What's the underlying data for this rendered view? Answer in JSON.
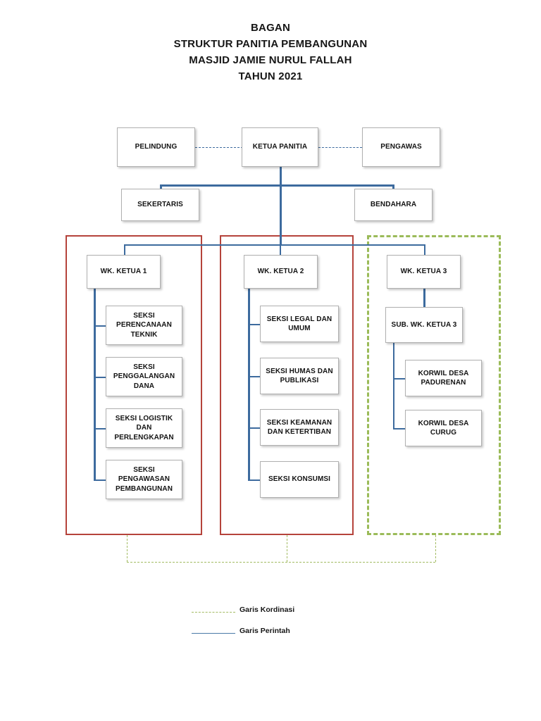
{
  "title": {
    "lines": [
      "BAGAN",
      "STRUKTUR PANITIA PEMBANGUNAN",
      "MASJID JAMIE NURUL FALLAH",
      "TAHUN 2021"
    ]
  },
  "colors": {
    "command_line": "#3d6b9e",
    "coordination_line": "#a3bb63",
    "frame_red": "#b5433b",
    "frame_green": "#9bbb59",
    "box_border": "#b0b0b0",
    "text": "#131313"
  },
  "nodes": {
    "pelindung": "PELINDUNG",
    "ketua_panitia": "KETUA PANITIA",
    "pengawas": "PENGAWAS",
    "sekertaris": "SEKERTARIS",
    "bendahara": "BENDAHARA",
    "wk_ketua_1": "WK. KETUA 1",
    "wk_ketua_2": "WK. KETUA 2",
    "wk_ketua_3": "WK. KETUA 3",
    "sub_wk_ketua_3": "SUB. WK. KETUA 3",
    "col1": [
      "SEKSI\nPERENCANAAN\nTEKNIK",
      "SEKSI\nPENGGALANGAN\nDANA",
      "SEKSI LOGISTIK\nDAN\nPERLENGKAPAN",
      "SEKSI\nPENGAWASAN\nPEMBANGUNAN"
    ],
    "col2": [
      "SEKSI LEGAL DAN\nUMUM",
      "SEKSI HUMAS DAN\nPUBLIKASI",
      "SEKSI KEAMANAN\nDAN KETERTIBAN",
      "SEKSI KONSUMSI"
    ],
    "col3": [
      "KORWIL DESA\nPADURENAN",
      "KORWIL DESA\nCURUG"
    ]
  },
  "legend": {
    "coordination": "Garis Kordinasi",
    "command": "Garis Perintah"
  }
}
